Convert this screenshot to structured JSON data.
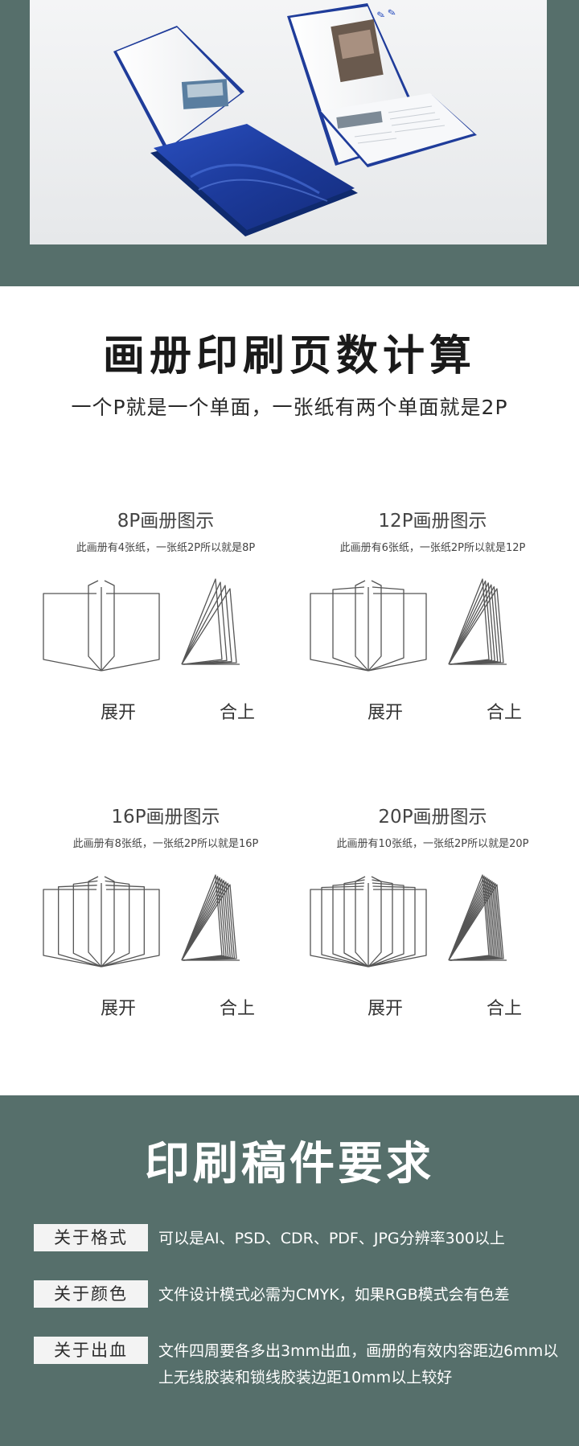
{
  "section_counting": {
    "title": "画册印刷页数计算",
    "subtitle": "一个P就是一个单面，一张纸有两个单面就是2P",
    "albums": [
      {
        "title": "8P画册图示",
        "desc": "此画册有4张纸，一张纸2P所以就是8P",
        "open_label": "展开",
        "closed_label": "合上",
        "sheets": 4
      },
      {
        "title": "12P画册图示",
        "desc": "此画册有6张纸，一张纸2P所以就是12P",
        "open_label": "展开",
        "closed_label": "合上",
        "sheets": 6
      },
      {
        "title": "16P画册图示",
        "desc": "此画册有8张纸，一张纸2P所以就是16P",
        "open_label": "展开",
        "closed_label": "合上",
        "sheets": 8
      },
      {
        "title": "20P画册图示",
        "desc": "此画册有10张纸，一张纸2P所以就是20P",
        "open_label": "展开",
        "closed_label": "合上",
        "sheets": 10
      }
    ]
  },
  "section_requirements": {
    "title": "印刷稿件要求",
    "items": [
      {
        "label": "关于格式",
        "text": "可以是AI、PSD、CDR、PDF、JPG分辨率300以上"
      },
      {
        "label": "关于颜色",
        "text": "文件设计模式必需为CMYK，如果RGB模式会有色差"
      },
      {
        "label": "关于出血",
        "text": "文件四周要各多出3mm出血，画册的有效内容距边6mm以上无线胶装和锁线胶装边距10mm以上较好"
      }
    ]
  },
  "colors": {
    "band": "#566f6b",
    "book_blue": "#1f3c9a"
  }
}
